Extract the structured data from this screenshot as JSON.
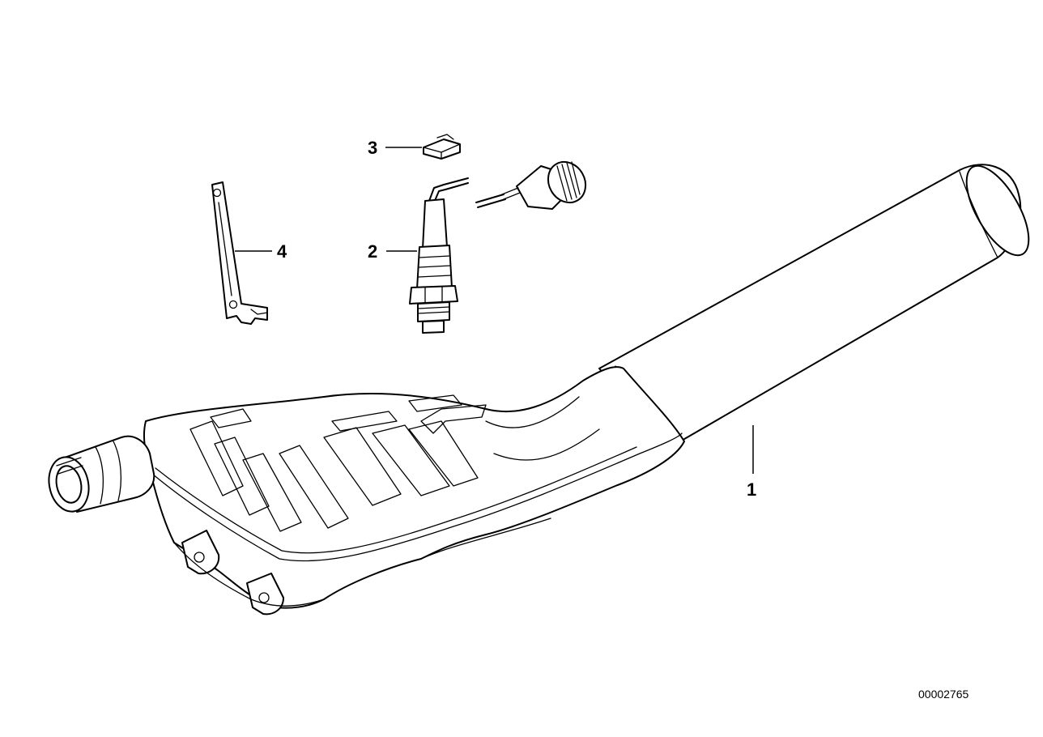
{
  "callouts": {
    "item1": "1",
    "item2": "2",
    "item3": "3",
    "item4": "4"
  },
  "reference_number": "00002765"
}
